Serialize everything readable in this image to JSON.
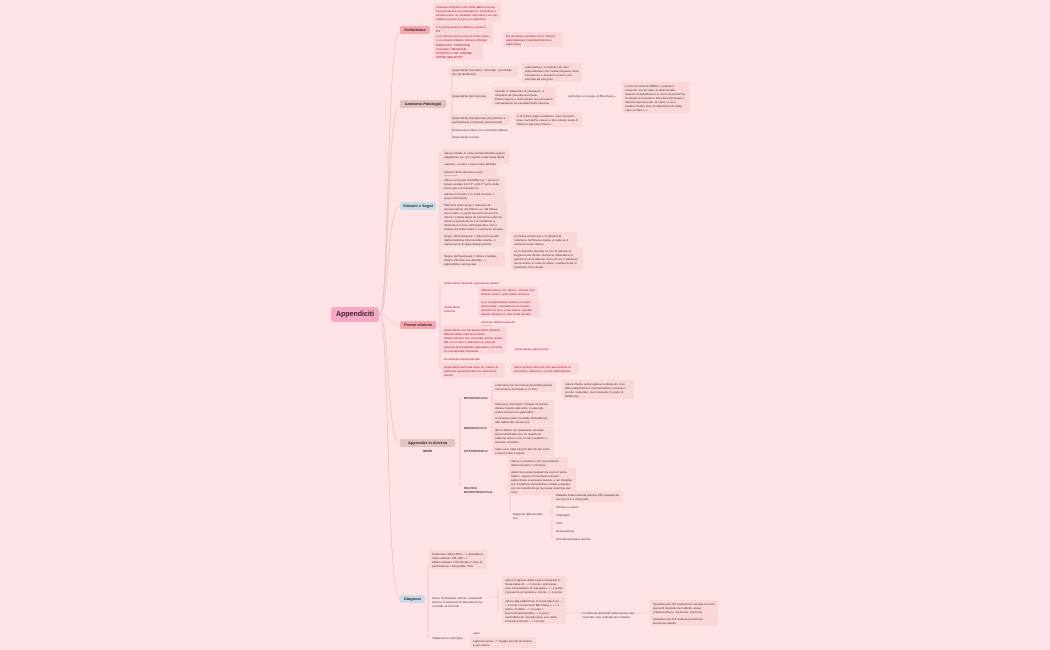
{
  "root": {
    "label": "Appendiciti"
  },
  "topics": [
    {
      "label": "Definizione"
    },
    {
      "label": "Anatomo Patologia"
    },
    {
      "label": "Sintomi e Segni"
    },
    {
      "label": "Forme cliniche"
    },
    {
      "label": "Appendici in diversa sede"
    },
    {
      "label": "Diagnosi"
    }
  ],
  "definizione": {
    "n1": "processo flogistico che inizia dalla mucosa, ha la tendenza ad estendersi in superficie e ad assumere un carattere necrotico e se non trattato può dar luogo a complicanze",
    "n2": "è la prima causa di addome acuto in PS",
    "n3": "è un viscere che termina a fondo cieco, è un organo linfatico (organo linfoide)",
    "n3a": "Ha un'azione nutritiva che è l'arteria appendicolare (vascolarizzazione appendice)",
    "n4": "PERICOLO: TORSIONE molteplici / SEGNALE POSITIVO e SE / ESAME URINE NEGATIVO"
  },
  "anatomo": {
    "n1": "Appendicite (semplice, catarrale: reversibile con gli antibiotici)",
    "n1a": "edematosa e congesta con vasi appendicolari che risalta l'aspetto; lieve il peritoneo e presente essere una raccolta ad integrum",
    "n2": "Appendicite flemmonosa",
    "n2a": "aspetto a \"batacchio di campana\", è ricoperta da pseudomembrane infiammatorie e sulla parete sono presenti microascessi ed essudati della mucosa",
    "n2b": "peritonite con segno di Blumberg +",
    "n2c": "è una memoria di Wilkins, quando è presente con la mano si determinato, quando si dell'addome in corso di peritonite; si spinge la pressione alla cieca Dispiega e rilascia velocemente, la mano; e se è positivo dolore forte al rilasciamento della mano di fare è +",
    "n3": "Appendicite Gangrenosa può portare a perforazione e ascesso periviscerale",
    "n3a": "è di colore grigio verdastro, sono presenti aree necrotiche estese e può essere sede di infarto o ascesso interno",
    "n4": "Perforazione libera con peritonite diffusa",
    "n5": "Appendicite cronica"
  },
  "sintomi": {
    "n1": "dolore iniziale in sede periombelicale oppure epigastrico per poi migrare nella fossa iliaca dx",
    "n2": "nausea + vomito + lieve rialzo febbrile",
    "n3": "disturbi della minzione come stranguria",
    "n4": "dolore nel punto di McBurney = punto di repere situato tra il 1° ed il 2° terzo della linea spino-ombelicale dx",
    "n5": "dolore provocato con colpi di tosse = segno di Dunphy",
    "n6": "Manovra di Rovsing = manovra di compressione del Fianco sx, dal basso verso l'alto, in pochi secondi si provoca dolore in fossa iliaca dx perché la colonna d'aria si sposta da sx a dx andando a distendere il ceco dell'appendice che è iniziato ad infiammarsi e il paziente avverte dolore",
    "n7": "Segno dell'otturatore = dolore provocato dalla rotazione interna della coscia --> espressione di appendicite pelvica",
    "n7a": "si pratica il paziente e si effettua la rotazione dell'intera coscia, si vede se il paziente sente dolore",
    "n8": "Segno dell'ileopsoas = dolore mediale, all'arto inferiore omolaterale --> appendicite retrocecale",
    "n8a": "se in decubito laterale sx con la gamba sx leggermente flessa, facciamo distendere la gamba dx del paziente verso di noi, il paziente sente dolore in sede lombare o addominale in posizione retrocecale"
  },
  "forme": {
    "n1": "Appendicite Abortiva regressione durata",
    "n2": "Appendicite Franche",
    "n2a": "Infiammazione con dolore, nonché una chiara e lieve e gran parte dramma",
    "n2b": "se è un'appendicite addome trovano peritoneale + sensazione di crampo durante tra arco e fino fatica: segnale capace rilevano e nelle della ascolto",
    "n2c": "aumento della frequenza cardiaca",
    "n3": "Appendicite con Periappendicite plastica: Massa infiammatoria prodotta infiammazione che coinvolge anche tessuti del ceco e fino e dialogano le trecenti",
    "n4": "Ascessi Appendicolari appendice immersa in una raccolta purulenta",
    "n4a": "Appendicite gangrenosa",
    "n5": "Perforazioni Appendicolari",
    "n6": "Appendiciti perforata dove un quadro di peritonite generalizzata che determina ascesi",
    "n6a": "dolori senza intervento che aumentano di intensità o stazione e vomito abbondante"
  },
  "diversa": {
    "retro": "RETROCECALE",
    "retro1": "endemica con la mancanza dell'ileopsoas ma l'esame principale è la TAC",
    "retro1a": "dolore riferito nella regione lombare dx, può dare pollachiuria o microematuria, nausea e vomito moderato, puoi mancare il segno di McBurney",
    "retro2": "Intervento chirurgico richiede la stessa durata rispetto alle altre, si estende anche all'esterno appendice",
    "meso": "MESOCELIACA",
    "meso1": "si ritrova la parte centrale dell'addome, alla radice del mesentere",
    "meso2": "dà un dolore nel quadrante centrale (periombelicale) con un quadro di addome acuto e poi un iter paralitico e ascesso la febbre",
    "sotto": "SOTTOEPATICA",
    "sotto1": "nelle vene l'alto lungo il lato dx del colon e arriva sotto il fegato",
    "pelvica": "PELVICA RETROVESCICALE",
    "pelv1": "dolore a vescica e poi crea disturbi della minzione / minzione",
    "pelv2": "determina sede ipogastrica sopra il pube, febbre, spesso di menticano dolore addominale e ascesso pelvico e nel Douglas con il effettua esplorazione rettale e appare con corrosività lungo la parete anteriore del retto",
    "diff": "Diagnosi differenziale con:",
    "diff_items": [
      "Malattia infiammatoria pelvica PID causata da Gonococco e Clamydia",
      "Torsione ovarica",
      "Salpingite",
      "Cisti",
      "Endometriosi",
      "Gravidanza Extra uterina"
    ]
  },
  "diagnosi": {
    "n1": "Anamnesi / Beta-HCG --> gravidanza extra-uterina / GB, WP --> infiammazione / RX diretto in caso di perforazione / Ecografia / TAC",
    "n2": "Score di Alvarado calcolo i parametri clinici e 2 parametri di laboratorio per un totale di 10 punti",
    "n2a": "dolore migrante dalla sede ombelicale in fossa iliaca dx --> 1 punto / anoressia (non ha desiderio di mangiare) --> 1 punto / presenza di nausea e vomito --> 1 punto",
    "n2b": "dolore alla palpazione in fossa iliaca dx --> 2 punti / manovra di Blumberg + --> 1 punto / Febbre --> 1 punto / leucocitosi/neutrofilia --> 2 punti / neutrofilia con spostamento a sx della formula di Arneth --> 1 punto",
    "n2c": "Lo schema di Arneth sulla sezione dei neutrofili, solo ordinate leucocitaria",
    "n2d": "Spostamento SX produzione elevata di nuovi leucociti da parte del midollo osseo (infiammazione, leucemie, infezioni)",
    "n2e": "Spostamento DX anemia perniciosa, leucemia midollo",
    "n3": "Trattamento chirurgico",
    "n3a": "open",
    "n3b": "Laparoscopico --> meglio perché la ripresa è più veloce"
  }
}
